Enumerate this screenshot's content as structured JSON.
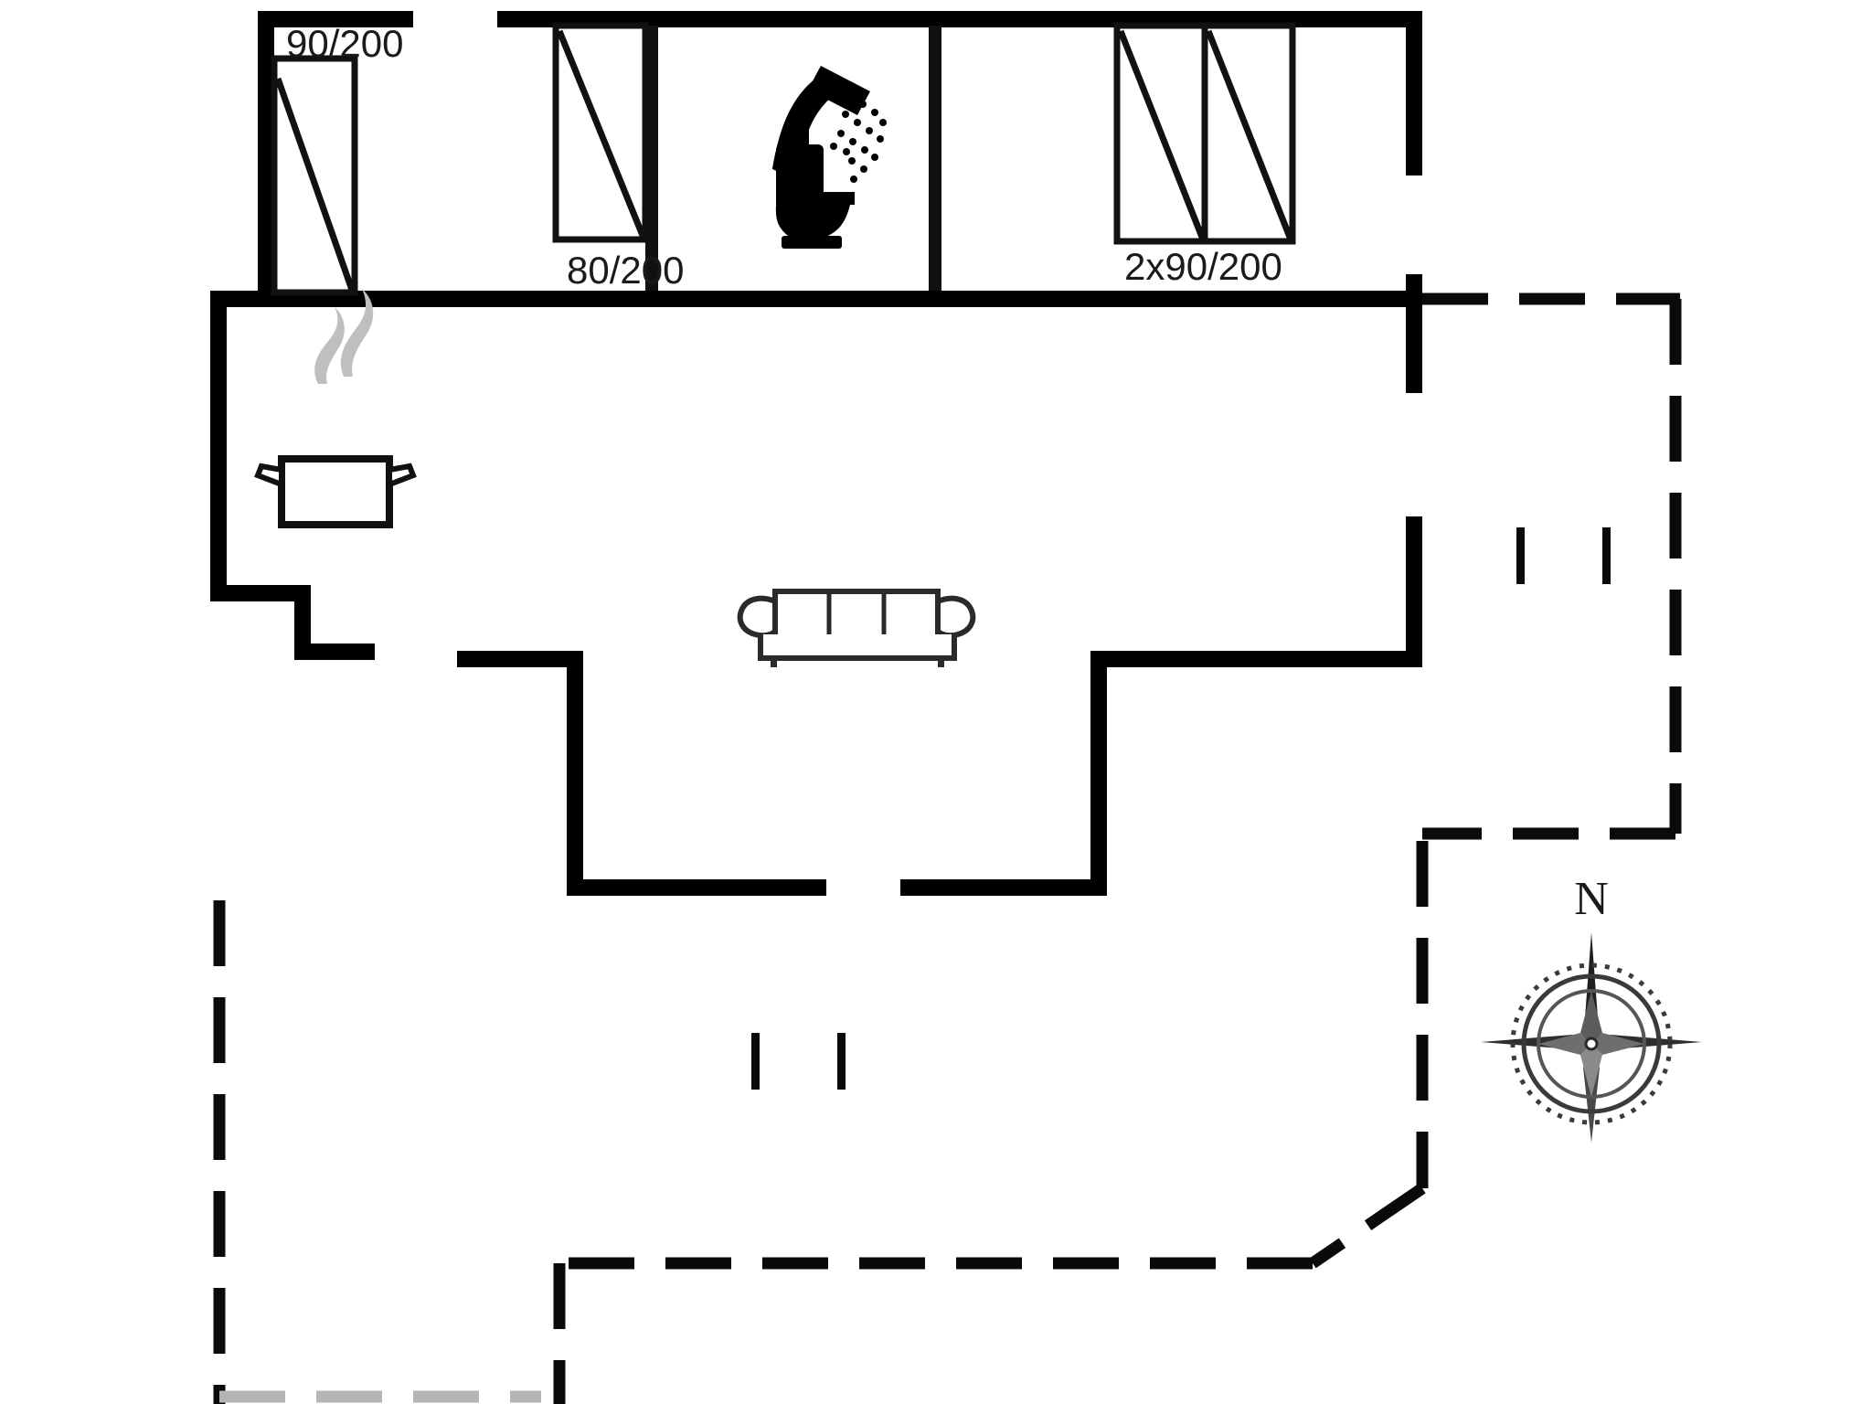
{
  "plan": {
    "type": "floor-plan",
    "background_color": "#ffffff",
    "wall_color": "#000000",
    "steam_color": "#bfbfbf",
    "outline_style": "solid-walls-with-dashed-terrace"
  },
  "labels": {
    "door_top_left": "90/200",
    "door_bathroom": "80/200",
    "door_double_right": "2x90/200"
  },
  "compass": {
    "north_label": "N",
    "symbol_name": "compass-rose"
  },
  "icons": {
    "shower": "shower-icon",
    "toilet": "toilet-icon",
    "stove_pot": "cooking-pot-icon",
    "sofa": "sofa-icon"
  },
  "rooms": {
    "bathroom_label": "",
    "living_label": ""
  }
}
